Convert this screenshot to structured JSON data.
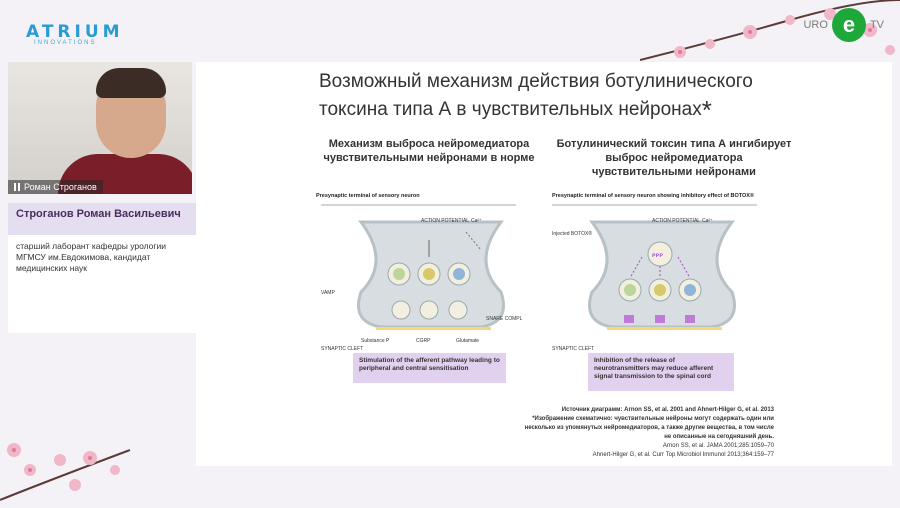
{
  "branding": {
    "logo_word": "ATRIUM",
    "logo_sub": "INNOVATIONS",
    "channel_left": "URO",
    "channel_mark": "e",
    "channel_right": "TV"
  },
  "webcam": {
    "participant_name": "Роман Строганов"
  },
  "speaker": {
    "name": "Строганов Роман Васильевич",
    "description": "старший лаборант кафедры урологии МГМСУ им.Евдокимова, кандидат медицинских наук"
  },
  "slide": {
    "title_line1": "Возможный механизм действия ботулинического",
    "title_line2": "токсина типа А в чувствительных нейронах",
    "title_star": "*",
    "left": {
      "heading": "Механизм выброса нейромедиатора чувствительными нейронами в норме",
      "caption": "Presynaptic terminal of sensory neuron",
      "labels": {
        "action": "ACTION POTENTIAL",
        "ca": "Ca²⁺",
        "vamp": "VAMP",
        "snare": "SNARE COMPL",
        "substance": "Substance P",
        "cgrp": "CGRP",
        "glutamate": "Glutamate",
        "cleft": "SYNAPTIC CLEFT"
      },
      "box": "Stimulation of the afferent pathway leading to peripheral and central sensitisation"
    },
    "right": {
      "heading": "Ботулинический токсин типа А ингибирует выброс нейромедиатора чувствительными нейронами",
      "caption": "Presynaptic terminal of sensory neuron showing inhibitory effect of BOTOX®",
      "labels": {
        "action": "ACTION POTENTIAL",
        "ca": "Ca²⁺",
        "injected": "Injected BOTOX®",
        "cleft": "SYNAPTIC CLEFT"
      },
      "box": "Inhibition of the release of neurotransmitters may reduce afferent signal transmission to the spinal cord"
    },
    "source": {
      "line1": "Источник диаграмм: Arnon SS, et al. 2001 and Ahnert-Hilger G, et al. 2013",
      "line2": "*Изображение схематично: чувствительные нейроны могут содержать один или",
      "line3": "несколько из упомянутых нейромедиаторов, а также другие вещества, в том числе",
      "line4": "не описанные на сегодняшний день.",
      "ref1": "Arnon SS, et al. JAMA 2001;285:1059–70",
      "ref2": "Ahnert-Hilger G, et al. Curr Top Microbiol Immunol 2013;364:159–77"
    }
  },
  "colors": {
    "accent": "#2a9bd3",
    "brand_green": "#1fa83a",
    "speaker_band": "#e4def0",
    "slide_box": "#e2d1ee",
    "neuron_fill": "#d7dde0",
    "toxin": "#9b4fd1"
  }
}
